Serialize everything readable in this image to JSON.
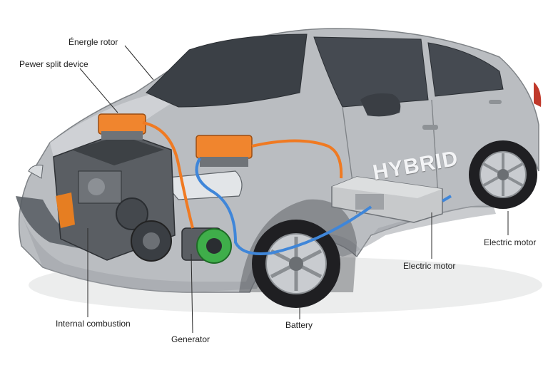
{
  "diagram": {
    "car_badge": "HYBRID",
    "callouts": [
      {
        "id": "energic-rotor",
        "text": "Énergle rotor"
      },
      {
        "id": "power-split-device",
        "text": "Pewer split device"
      },
      {
        "id": "electric-motor-right",
        "text": "Electric motor"
      },
      {
        "id": "electric-motor-center",
        "text": "Electric motor"
      },
      {
        "id": "internal-combustion",
        "text": "Internal combustion"
      },
      {
        "id": "generator",
        "text": "Generator"
      },
      {
        "id": "battery",
        "text": "Battery"
      }
    ],
    "colors": {
      "body": "#b9bcc0",
      "body_dark": "#8e9296",
      "glass": "#3a3f45",
      "tire": "#1f1f22",
      "rim": "#c9ccd0",
      "engine": "#55585c",
      "orange_cable": "#f07a22",
      "blue_cable": "#3f86d9",
      "inverter_orange": "#f0852e",
      "generator_green": "#3fae4a",
      "battery": "#c7c9cb"
    }
  }
}
